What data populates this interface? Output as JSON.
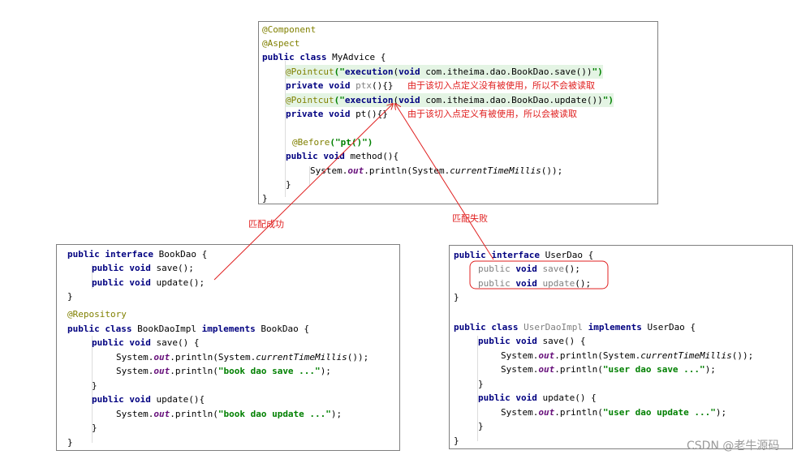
{
  "advice": {
    "ann_component": "@Component",
    "ann_aspect": "@Aspect",
    "kw_public": "public",
    "kw_class": "class",
    "class_name": "MyAdvice {",
    "pc1_ann": "@Pointcut",
    "pc1_open": "(\"",
    "pc1_exec": "execution",
    "pc1_paren": "(",
    "pc1_void": "void",
    "pc1_sig": " com.itheima.dao.BookDao.save())",
    "pc1_close": "\")",
    "m1_kw": "private void",
    "m1_name": "ptx",
    "m1_rest": "(){}",
    "note1": "由于该切入点定义没有被使用，所以不会被读取",
    "pc2_ann": "@Pointcut",
    "pc2_open": "(\"",
    "pc2_exec": "execution",
    "pc2_paren": "(",
    "pc2_void": "void",
    "pc2_sig": " com.itheima.dao.BookDao.update())",
    "pc2_close": "\")",
    "m2_kw": "private void",
    "m2_rest": "pt(){}",
    "note2": "由于该切入点定义有被使用，所以会被读取",
    "before_ann": "@Before",
    "before_open": "(\"",
    "before_str": "pt()",
    "before_close": "\")",
    "method_kw": "public void",
    "method_name": " method(){",
    "print_a": "System.",
    "print_out": "out",
    "print_b": ".println(System.",
    "print_ctm": "currentTimeMillis",
    "print_c": "());",
    "close_inner": "}",
    "close_outer": "}"
  },
  "bookdao": {
    "l1_kw": "public interface",
    "l1_rest": " BookDao {",
    "save_kw": "public void",
    "save_rest": " save();",
    "update_kw": "public void",
    "update_rest": " update();",
    "close1": "}",
    "ann_repo": "@Repository",
    "impl_kw1": "public class",
    "impl_name": " BookDaoImpl ",
    "impl_kw2": "implements",
    "impl_iface": " BookDao {",
    "isave_kw": "public void",
    "isave_rest": " save() {",
    "p1_a": "System.",
    "p1_out": "out",
    "p1_b": ".println(System.",
    "p1_ctm": "currentTimeMillis",
    "p1_c": "());",
    "p2_a": "System.",
    "p2_out": "out",
    "p2_b": ".println(",
    "p2_str": "\"book dao save ...\"",
    "p2_c": ");",
    "close2": "}",
    "iupd_kw": "public void",
    "iupd_rest": " update(){",
    "p3_a": "System.",
    "p3_out": "out",
    "p3_b": ".println(",
    "p3_str": "\"book dao update ...\"",
    "p3_c": ");",
    "close3": "}",
    "close4": "}"
  },
  "userdao": {
    "l1_kw": "public interface",
    "l1_rest": " UserDao {",
    "save_kw1": "public",
    "save_kw2": "void",
    "save_name": "save",
    "save_rest": "();",
    "update_kw1": "public",
    "update_kw2": "void",
    "update_name": "update",
    "update_rest": "();",
    "close1": "}",
    "impl_kw1": "public class",
    "impl_name": "UserDaoImpl",
    "impl_kw2": "implements",
    "impl_iface": " UserDao {",
    "isave_kw": "public void",
    "isave_rest": " save() {",
    "p1_a": "System.",
    "p1_out": "out",
    "p1_b": ".println(System.",
    "p1_ctm": "currentTimeMillis",
    "p1_c": "());",
    "p2_a": "System.",
    "p2_out": "out",
    "p2_b": ".println(",
    "p2_str": "\"user dao save ...\"",
    "p2_c": ");",
    "close2": "}",
    "iupd_kw": "public void",
    "iupd_rest": " update() {",
    "p3_a": "System.",
    "p3_out": "out",
    "p3_b": ".println(",
    "p3_str": "\"user dao update ...\"",
    "p3_c": ");",
    "close3": "}",
    "close4": "}"
  },
  "labels": {
    "match_success": "匹配成功",
    "match_fail": "匹配失败"
  },
  "watermark": "CSDN @老牛源码",
  "colors": {
    "keyword": "#000080",
    "annotation": "#808000",
    "string": "#008000",
    "field": "#660e7a",
    "unused": "#808080",
    "arrow": "#e02020"
  }
}
